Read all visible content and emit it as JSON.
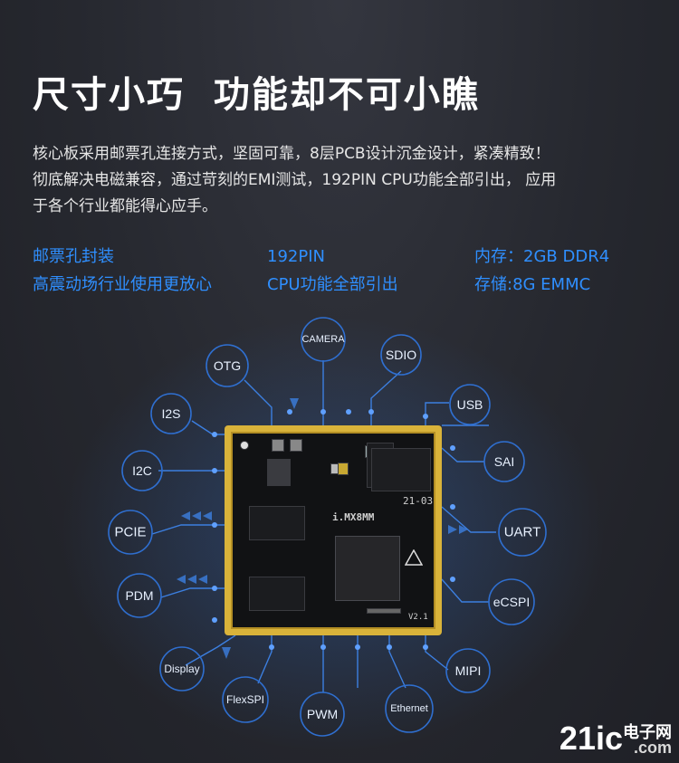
{
  "title": "尺寸小巧  功能却不可小瞧",
  "description": [
    "核心板采用邮票孔连接方式，坚固可靠，8层PCB设计沉金设计，紧凑精致！",
    "彻底解决电磁兼容，通过苛刻的EMI测试，192PIN CPU功能全部引出， 应用",
    "于各个行业都能得心应手。"
  ],
  "features": [
    {
      "line1": "邮票孔封装",
      "line2": "高震动场行业使用更放心"
    },
    {
      "line1": "192PIN",
      "line2": "CPU功能全部引出"
    },
    {
      "line1": "内存：2GB DDR4",
      "line2": "存储:8G EMMC"
    }
  ],
  "interfaces": {
    "camera": "CAMERA",
    "sdio": "SDIO",
    "otg": "OTG",
    "usb": "USB",
    "i2s": "I2S",
    "sai": "SAI",
    "i2c": "I2C",
    "uart": "UART",
    "pcie": "PCIE",
    "ecspi": "eCSPI",
    "pdm": "PDM",
    "mipi": "MIPI",
    "display": "Display",
    "ethernet": "Ethernet",
    "flexspi": "FlexSPI",
    "pwm": "PWM"
  },
  "board": {
    "soc_label": "i.MX8MM",
    "date_code": "21-03",
    "version": "V2.1"
  },
  "watermark": {
    "site_num": "21ic",
    "site_cn": "电子网",
    "site_dom": ".com"
  },
  "colors": {
    "accent": "#2f8fff",
    "node_ring": "#2f6fd0",
    "gold": "#d9b33a"
  }
}
